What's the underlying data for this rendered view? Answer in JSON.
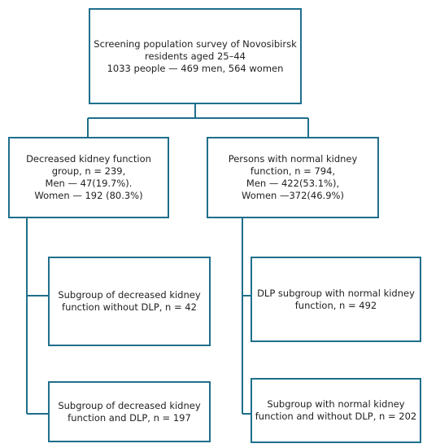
{
  "diagram": {
    "line_color": "#1f6f8b",
    "root": {
      "lines": [
        "Screening population survey of Novosibirsk",
        "residents aged 25–44",
        "1033 people — 469 men, 564 women"
      ]
    },
    "left_group": {
      "lines": [
        "Decreased kidney function",
        "group, n = 239,",
        "Men — 47(19.7%).",
        "Women — 192 (80.3%)"
      ]
    },
    "right_group": {
      "lines": [
        "Persons with normal kidney",
        "function, n = 794,",
        "Men — 422(53.1%),",
        "Women —372(46.9%)"
      ]
    },
    "left_sub_1": {
      "lines": [
        "Subgroup of decreased kidney",
        "function  without DLP, n = 42"
      ]
    },
    "left_sub_2": {
      "lines": [
        "Subgroup of decreased kidney",
        "function  and DLP, n = 197"
      ]
    },
    "right_sub_1": {
      "lines": [
        "DLP subgroup with normal kidney",
        "function, n = 492"
      ]
    },
    "right_sub_2": {
      "lines": [
        "Subgroup with normal kidney",
        "function and without DLP, n = 202"
      ]
    }
  }
}
